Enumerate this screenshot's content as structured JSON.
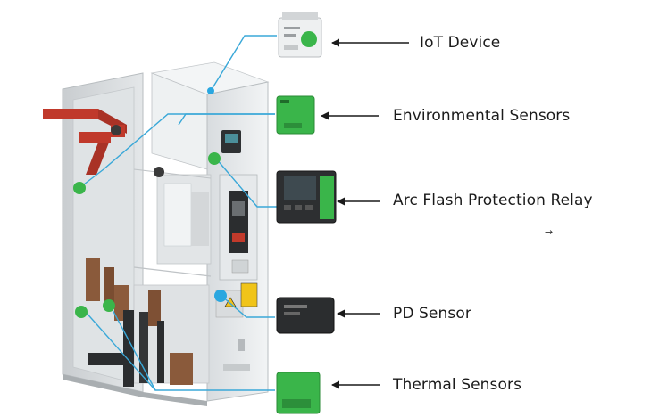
{
  "components": [
    {
      "id": "iot",
      "label": "IoT Device"
    },
    {
      "id": "env",
      "label": "Environmental Sensors"
    },
    {
      "id": "arc",
      "label": "Arc Flash Protection Relay"
    },
    {
      "id": "pd",
      "label": "PD Sensor"
    },
    {
      "id": "thermal",
      "label": "Thermal Sensors"
    }
  ],
  "cursor_glyph": "→",
  "colors": {
    "leader_line": "#3aa8d8",
    "sensor_green": "#3ab54a",
    "marker_blue": "#2aa7e0",
    "marker_dark": "#3a3a3a",
    "busbar_red": "#c0392b",
    "arrow": "#1a1a1a",
    "cabinet": "#e9ecee"
  }
}
